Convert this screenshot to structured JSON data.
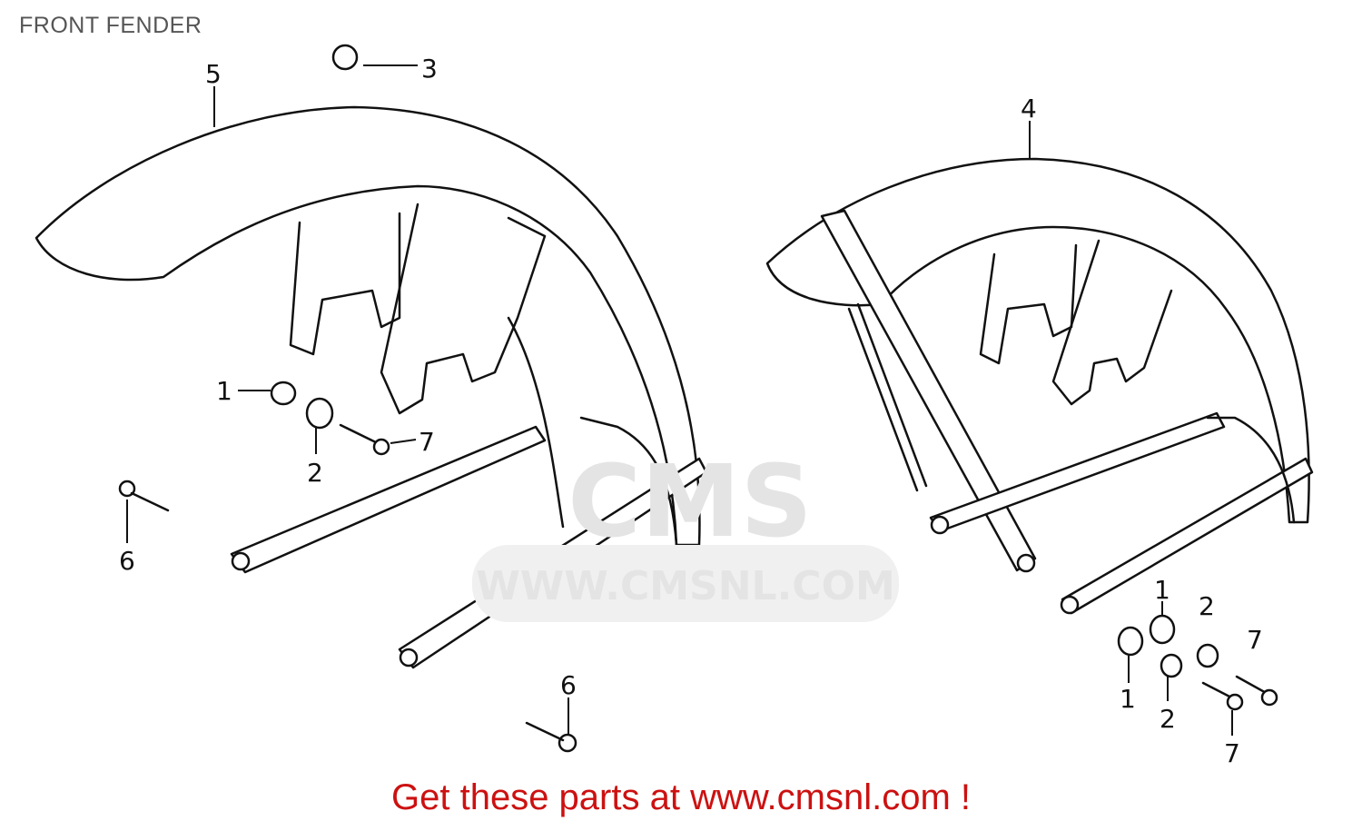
{
  "title": "FRONT FENDER",
  "watermark": "WWW.CMSNL.COM",
  "watermark_logo": "CMS",
  "footer": "Get these parts at www.cmsnl.com !",
  "colors": {
    "footer": "#cc1111",
    "title": "#555555",
    "watermark": "#e4e4e4"
  },
  "callouts": {
    "left": {
      "fender": "5",
      "nut": "3",
      "grommet": "1",
      "collar": "2",
      "bolt": "7",
      "bolt_a": "6",
      "bolt_b": "6"
    },
    "right": {
      "fender": "4",
      "grommet_a": "1",
      "collar_a": "2",
      "bolt_a": "7",
      "grommet_b": "1",
      "collar_b": "2",
      "bolt_b": "7"
    }
  }
}
